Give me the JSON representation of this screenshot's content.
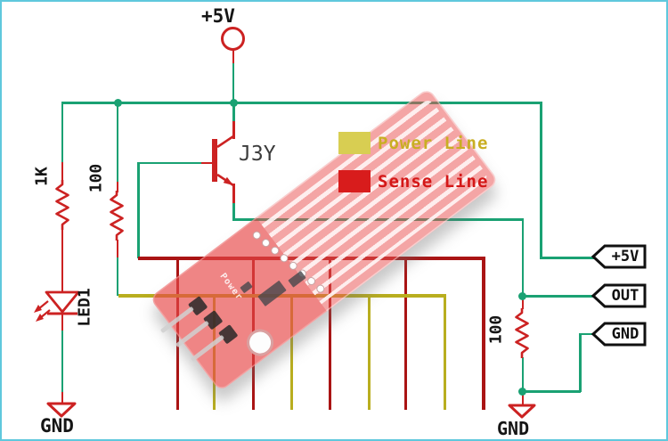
{
  "colors": {
    "wire_green": "#1aa173",
    "lead_red": "#cc2222",
    "sense_red": "#aa1414",
    "power_yellow": "#b9ae1f",
    "canvas_border": "#5fc8dd",
    "pcb_red": "rgba(233,82,82,0.52)"
  },
  "power_source": {
    "label": "+5V"
  },
  "transistor": {
    "label": "J3Y"
  },
  "resistors": {
    "r1": "1K",
    "r2": "100",
    "r3": "100"
  },
  "led": {
    "label": "LED1"
  },
  "grounds": {
    "left": "GND",
    "right": "GND"
  },
  "legend": {
    "items": [
      {
        "label": "Power Line",
        "swatch_color": "#d8ce52",
        "text_color": "#c9ae22"
      },
      {
        "label": "Sense Line",
        "swatch_color": "#d81c1c",
        "text_color": "#d41717"
      }
    ]
  },
  "connectors": [
    {
      "label": "+5V"
    },
    {
      "label": "OUT"
    },
    {
      "label": "GND"
    }
  ],
  "pcb": {
    "silkscreen": "Power"
  }
}
